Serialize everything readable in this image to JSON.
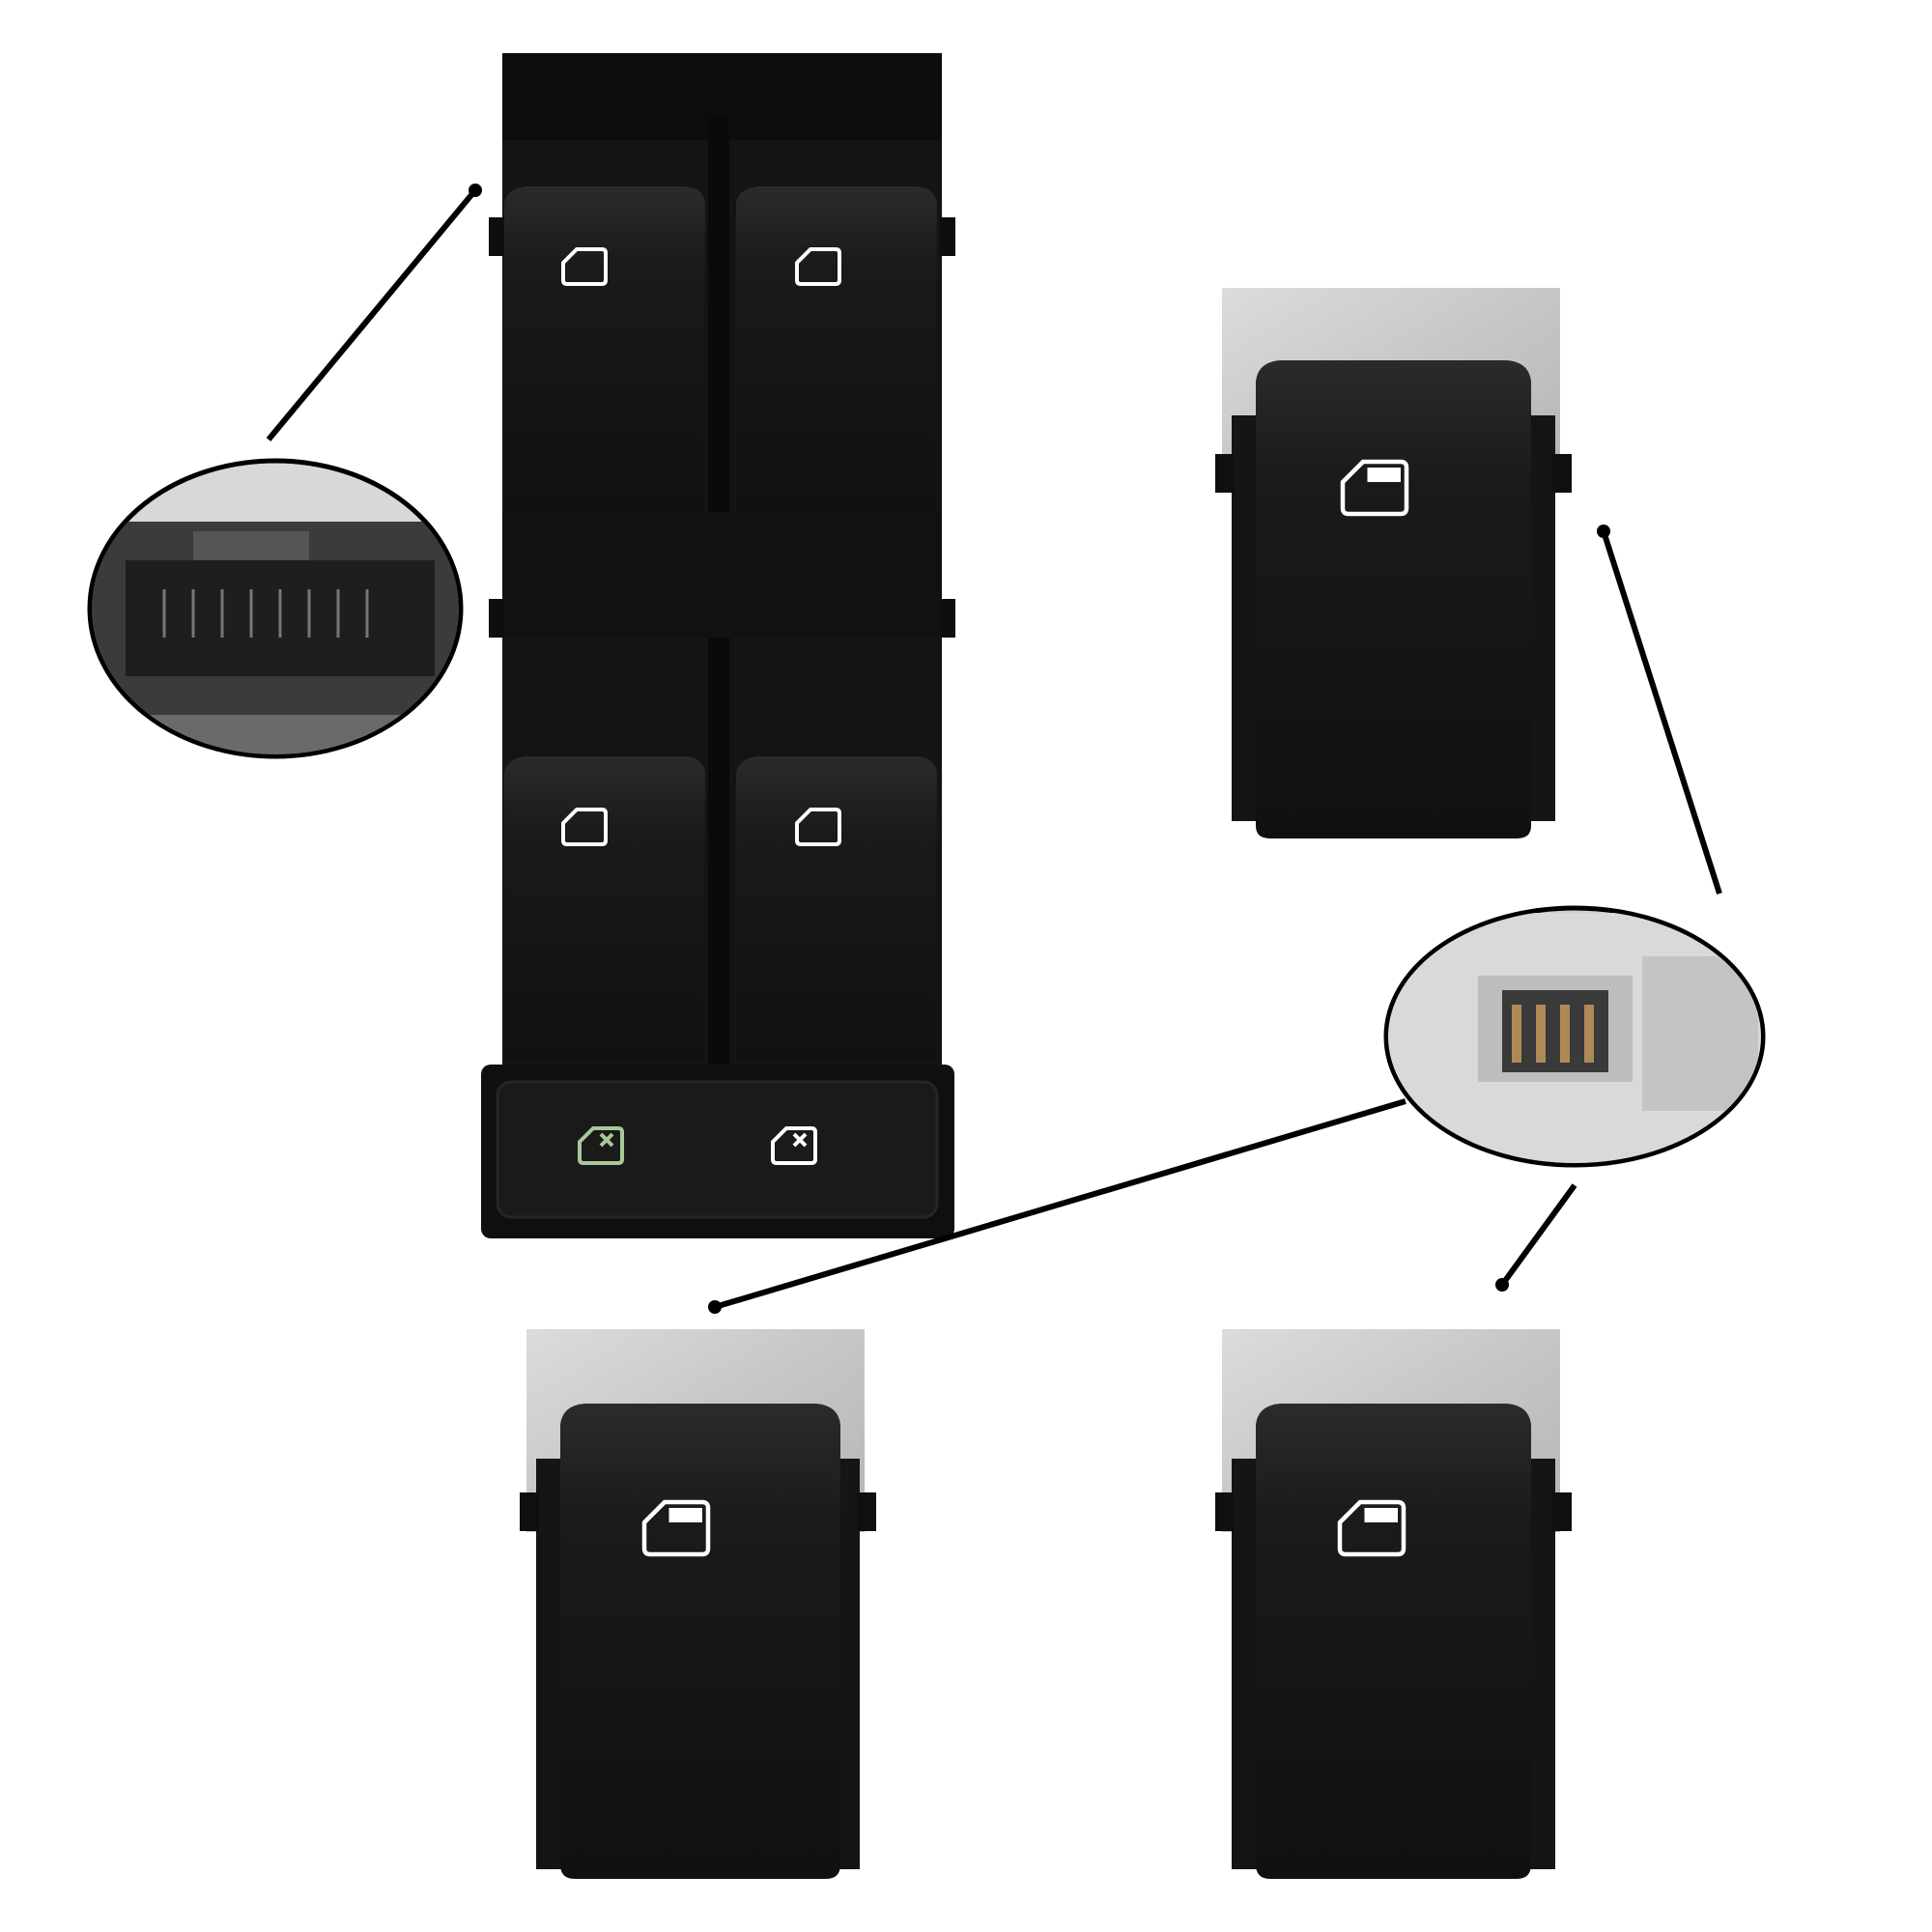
{
  "scene": {
    "background": "#ffffff",
    "description_items": [
      "master-window-switch-panel",
      "passenger-window-switch",
      "connector-detail-callout"
    ]
  },
  "colors": {
    "switch_body": "#141414",
    "switch_highlight": "#2a2a2a",
    "icon_white": "#ffffff",
    "icon_green": "#a8c89a",
    "bezel_gray": "#c9c9c9",
    "callout_line": "#000000"
  },
  "master_panel": {
    "window_switch_icon": "window-icon",
    "lock_button_icons": [
      "window-lock-icon-green",
      "window-lock-icon-white"
    ]
  },
  "single_switches": [
    {
      "icon": "window-icon"
    },
    {
      "icon": "window-icon"
    },
    {
      "icon": "window-icon"
    }
  ],
  "callouts": [
    {
      "subject": "master-switch-connector"
    },
    {
      "subject": "single-switch-connector"
    }
  ]
}
